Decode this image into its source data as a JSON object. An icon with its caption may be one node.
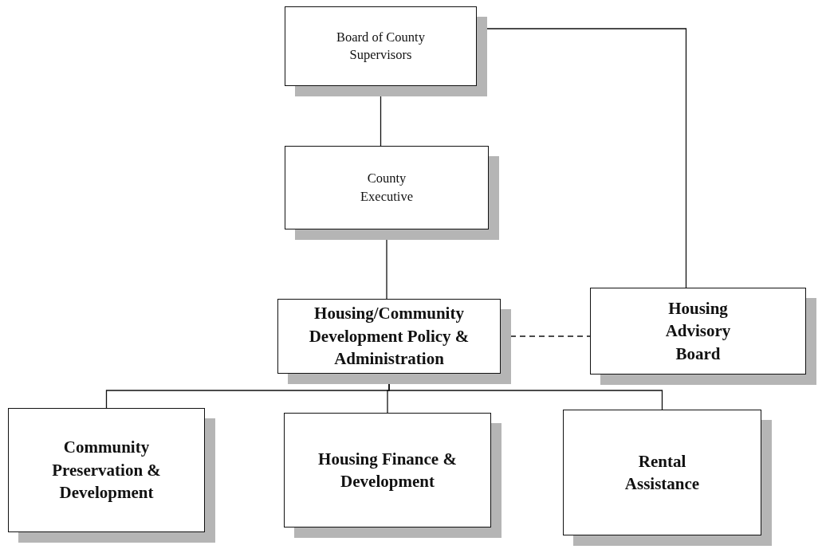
{
  "diagram": {
    "nodes": [
      {
        "text": [
          "Board of County Supervisors"
        ]
      },
      {
        "text": [
          "County Executive"
        ]
      },
      {
        "text": [
          "Housing/Community Development Policy & Administration"
        ]
      },
      {
        "text": [
          "Housing Advisory Board"
        ]
      },
      {
        "text": [
          "Community Preservation & Development"
        ]
      },
      {
        "text": [
          "Housing Finance & Development"
        ]
      },
      {
        "text": [
          "Rental Assistance"
        ]
      }
    ],
    "edges": [
      {
        "from": 0,
        "to": 1,
        "arrow": "none"
      },
      {
        "from": 1,
        "to": 2,
        "arrow": "none"
      },
      {
        "from": 0,
        "to": 3,
        "arrow": "none"
      },
      {
        "from": 2,
        "to": 3,
        "arrow": "none",
        "style": "dashed"
      },
      {
        "from": 2,
        "to": 4,
        "arrow": "none"
      },
      {
        "from": 2,
        "to": 5,
        "arrow": "none"
      },
      {
        "from": 2,
        "to": 6,
        "arrow": "none"
      }
    ]
  }
}
